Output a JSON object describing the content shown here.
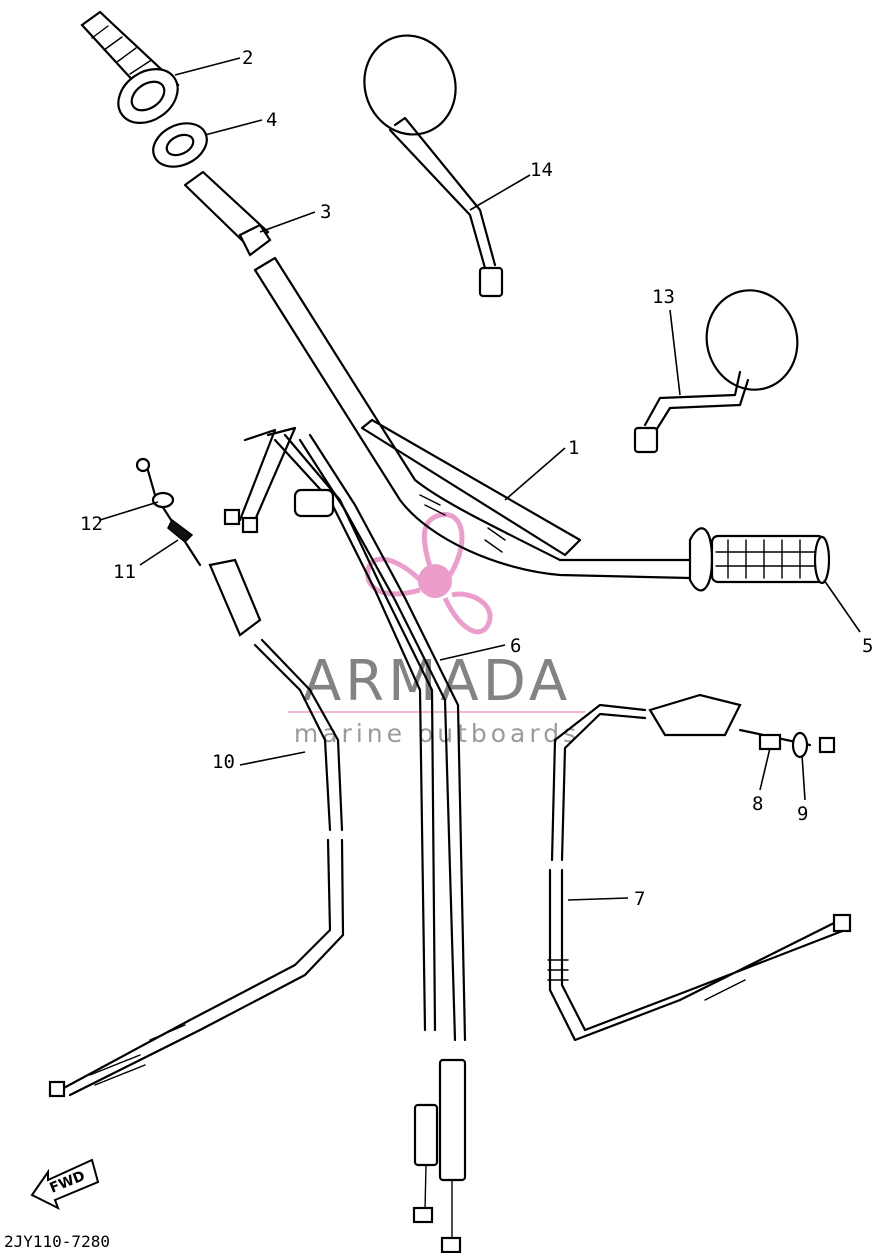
{
  "callouts": {
    "c1": "1",
    "c2": "2",
    "c3": "3",
    "c4": "4",
    "c5": "5",
    "c6": "6",
    "c7": "7",
    "c8": "8",
    "c9": "9",
    "c10": "10",
    "c11": "11",
    "c12": "12",
    "c13": "13",
    "c14": "14"
  },
  "watermark": {
    "title": "ARMADA",
    "subtitle": "marine outboards",
    "logo_color": "#e98cc4"
  },
  "diagram_code": "2JY110-7280",
  "direction_marker": "FWD"
}
